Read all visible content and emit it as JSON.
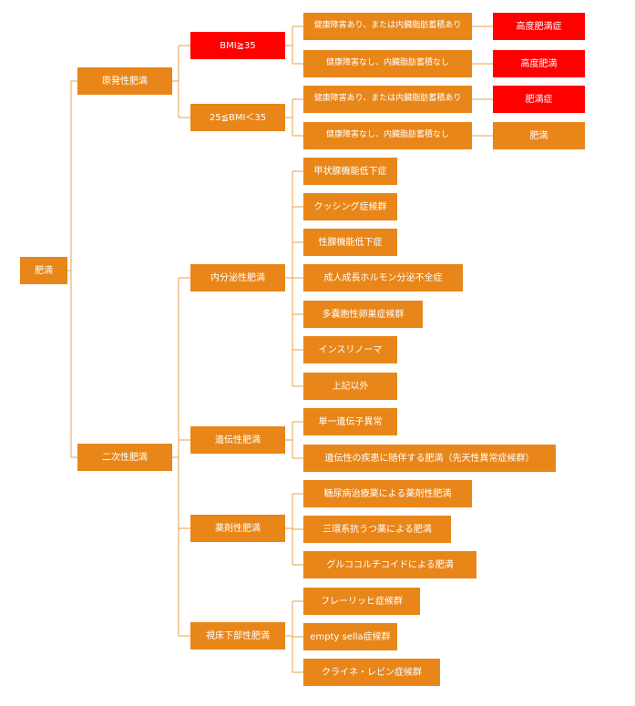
{
  "nodes": {
    "root": "肥満",
    "primary": "原発性肥満",
    "secondary": "二次性肥満",
    "bmi_high": "BMI≧35",
    "bmi_mid": "25≦BMI＜35",
    "cond_a1": "健康障害あり、または内臓脂肪蓄積あり",
    "cond_a2": "健康障害なし、内臓脂肪蓄積なし",
    "cond_b1": "健康障害あり、または内臓脂肪蓄積あり",
    "cond_b2": "健康障害なし、内臓脂肪蓄積なし",
    "result_a1": "高度肥満症",
    "result_a2": "高度肥満",
    "result_b1": "肥満症",
    "result_b2": "肥満",
    "endocrine": "内分泌性肥満",
    "endocrine_items": [
      "甲状腺機能低下症",
      "クッシング症候群",
      "性腺機能低下症",
      "成人成長ホルモン分泌不全症",
      "多嚢胞性卵巣症候群",
      "インスリノーマ",
      "上記以外"
    ],
    "genetic": "遺伝性肥満",
    "genetic_items": [
      "単一遺伝子異常",
      "遺伝性の疾患に随伴する肥満（先天性異常症候群）"
    ],
    "drug": "薬剤性肥満",
    "drug_items": [
      "糖尿病治療薬による薬剤性肥満",
      "三環系抗うつ薬による肥満",
      "グルココルチコイドによる肥満"
    ],
    "hypothalamic": "視床下部性肥満",
    "hypothalamic_items": [
      "フレーリッヒ症候群",
      "empty sella症候群",
      "クライネ・レビン症候群"
    ]
  },
  "colors": {
    "box": "#e8861a",
    "highlight": "#ff0000",
    "line": "#e8a04a"
  }
}
